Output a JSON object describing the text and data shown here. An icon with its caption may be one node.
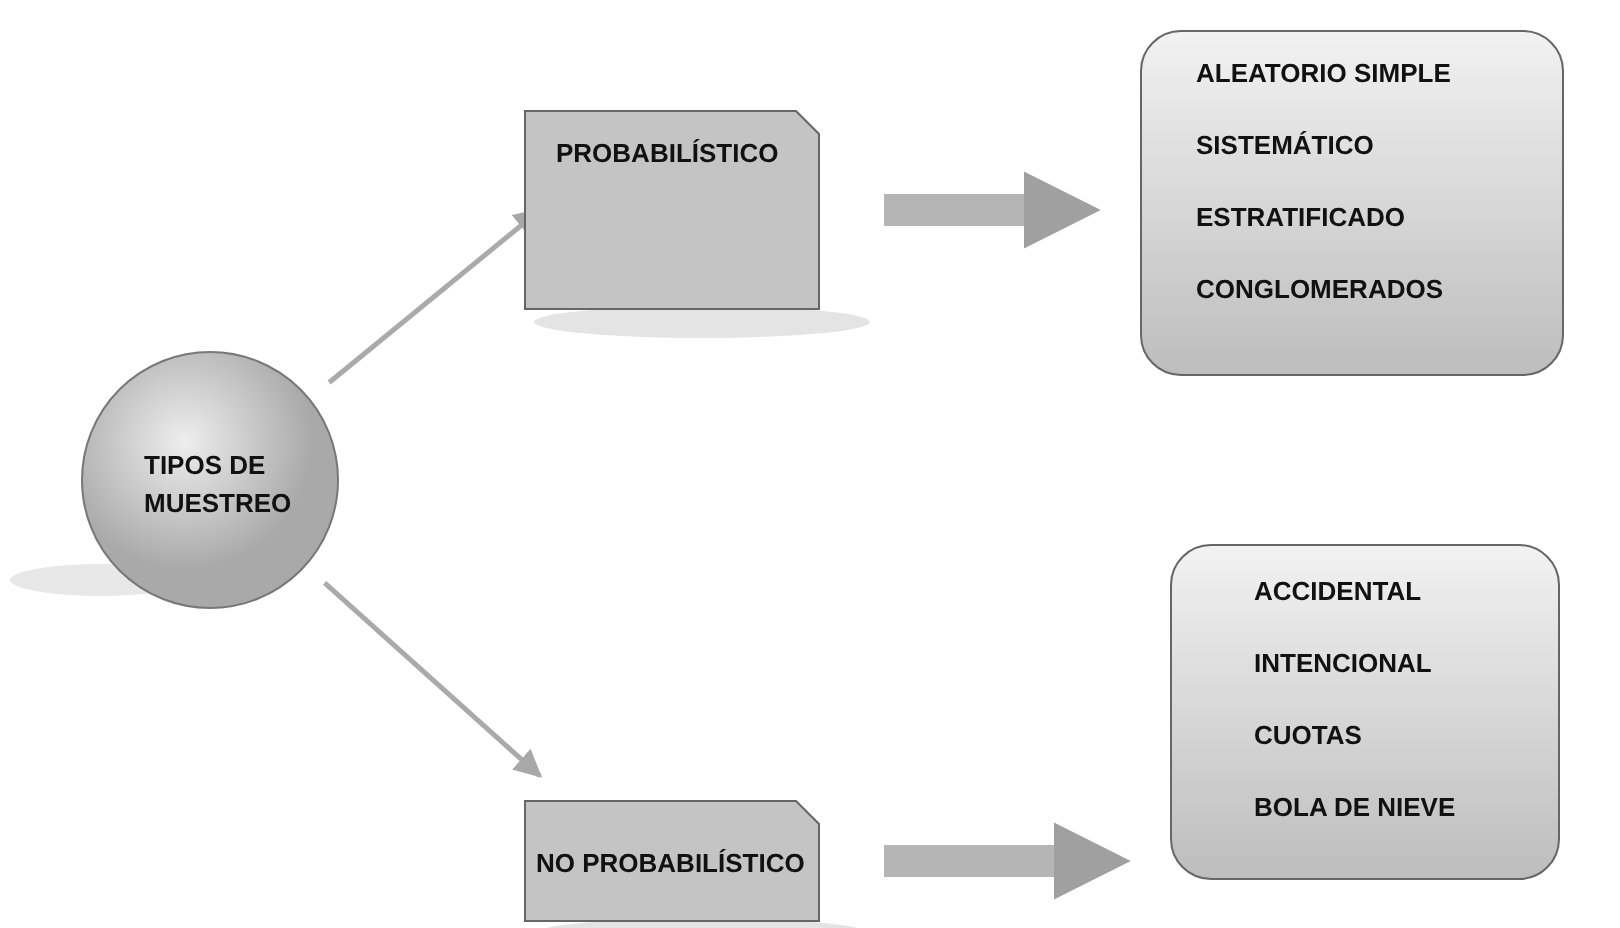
{
  "diagram": {
    "nodes": [
      {
        "text": [
          "TIPOS DE MUESTREO"
        ]
      },
      {
        "text": [
          "PROBABILÍSTICO"
        ]
      },
      {
        "text": [
          "NO PROBABILÍSTICO"
        ]
      },
      {
        "text": [
          "ALEATORIO SIMPLE",
          "SISTEMÁTICO",
          "ESTRATIFICADO",
          "CONGLOMERADOS"
        ]
      },
      {
        "text": [
          "ACCIDENTAL",
          "INTENCIONAL",
          "CUOTAS",
          "BOLA DE NIEVE"
        ]
      }
    ],
    "edges": [
      {
        "from": 0,
        "to": 1,
        "arrow": "to"
      },
      {
        "from": 0,
        "to": 2,
        "arrow": "to"
      },
      {
        "from": 1,
        "to": 3,
        "arrow": "to",
        "style": "thick"
      },
      {
        "from": 2,
        "to": 4,
        "arrow": "to",
        "style": "thick"
      }
    ]
  }
}
